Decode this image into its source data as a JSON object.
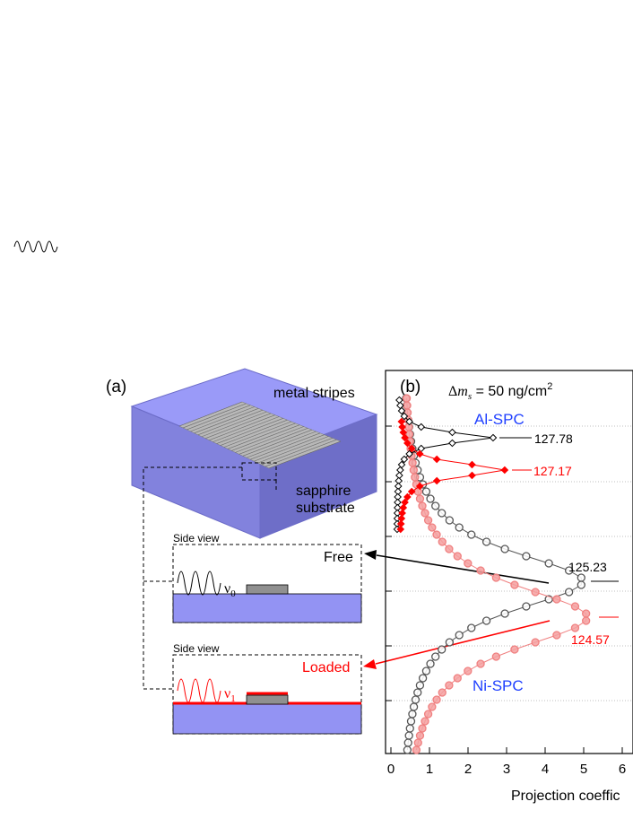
{
  "panel_a": {
    "label": "(a)",
    "metal_stripes_label": "metal stripes",
    "substrate_label_line1": "sapphire",
    "substrate_label_line2": "substrate",
    "side_view_top_title": "Side view",
    "side_view_bottom_title": "Side view",
    "free_label": "Free",
    "loaded_label": "Loaded",
    "nu0_symbol": "ν",
    "nu0_sub": "0",
    "nu1_symbol": "ν",
    "nu1_sub": "1",
    "colors": {
      "substrate": "#8f8ff0",
      "load": "#ff0000",
      "stripe": "#8c8c8c"
    }
  },
  "panel_b": {
    "label": "(b)",
    "delta_prefix": "Δ",
    "delta_var": "m",
    "delta_sub": "s",
    "delta_rest": " = 50 ng/cm",
    "delta_sup": "2",
    "al_label": "Al-SPC",
    "ni_label": "Ni-SPC",
    "peak_labels": [
      "127.78",
      "127.17",
      "125.23",
      "124.57"
    ],
    "xlabel": "Projection coeffic",
    "x_ticks": [
      "0",
      "1",
      "2",
      "3",
      "4",
      "5",
      "6"
    ],
    "colors": {
      "free": "#000000",
      "loaded": "#ff0000",
      "blue_label": "#2040ff",
      "ni_free": "#555555",
      "ni_loaded": "#f4a0a0"
    }
  },
  "chart_data": {
    "type": "scatter",
    "xlabel": "Projection coeffic",
    "ylabel": "",
    "xlim": [
      0,
      6
    ],
    "grid": "horizontal dotted",
    "series": [
      {
        "name": "Al-SPC free",
        "peak_x": 2.65,
        "peak_label": "127.78"
      },
      {
        "name": "Al-SPC loaded",
        "peak_x": 2.95,
        "peak_label": "127.17"
      },
      {
        "name": "Ni-SPC free",
        "peak_x": 4.98,
        "peak_label": "125.23"
      },
      {
        "name": "Ni-SPC loaded",
        "peak_x": 5.1,
        "peak_label": "124.57"
      }
    ]
  },
  "stray_wave": {
    "color": "#000000"
  }
}
